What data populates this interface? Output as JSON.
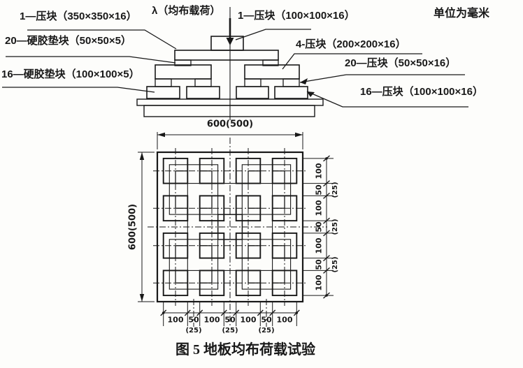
{
  "figure": {
    "unit_note": "单位为毫米",
    "caption": "图 5  地板均布荷载试验"
  },
  "elevation": {
    "load_label": "λ（均布载荷）",
    "label_block_350": "1—压块（350×350×16）",
    "label_pad_50": "20—硬胶垫块（50×50×5）",
    "label_pad_100": "16—硬胶垫块（100×100×5）",
    "label_block_100_top": "1—压块（100×100×16）",
    "label_block_200": "4-压块（200×200×16）",
    "label_block_50": "20—压块（50×50×16）",
    "label_block_100_bottom": "16—压块（100×100×16）"
  },
  "plan": {
    "top_dim": "600(500)",
    "left_dim": "600(500)",
    "bottom_chain": [
      "100",
      "50",
      "100",
      "50",
      "100",
      "50",
      "100"
    ],
    "bottom_chain_alt": [
      "(25)",
      "(25)",
      "(25)"
    ],
    "right_chain": [
      "100",
      "50",
      "100",
      "50",
      "100",
      "50",
      "100"
    ],
    "right_chain_alt": [
      "(25)",
      "(25)",
      "(25)"
    ]
  }
}
